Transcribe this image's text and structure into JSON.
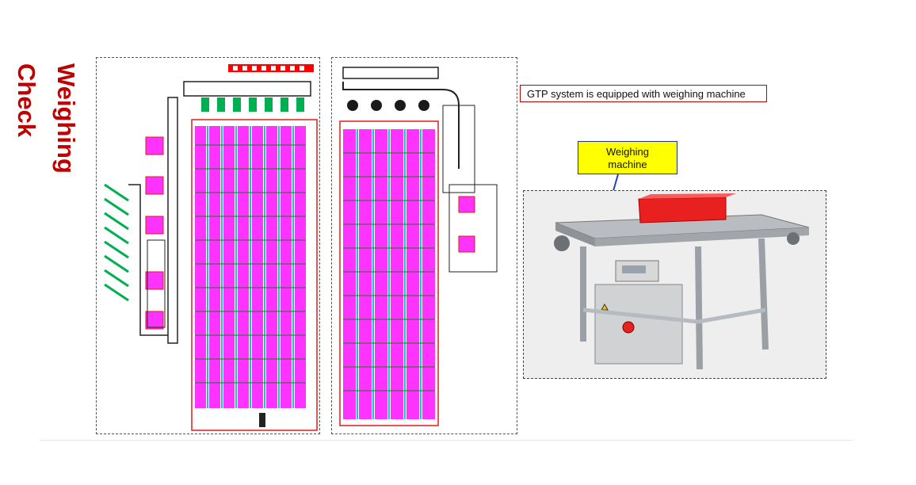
{
  "slide": {
    "title": "Weighing Check"
  },
  "annotations": {
    "system_caption": "GTP system is equipped with weighing machine",
    "callout_line1": "Weighing",
    "callout_line2": "machine"
  },
  "colors": {
    "title": "#c00000",
    "caption_border": "#c00000",
    "callout_fill": "#ffff00",
    "callout_border": "#1f2f8f",
    "rack_fill": "#ff33ff",
    "rack_outline": "#e31b1b",
    "aisle": "#14c8c8"
  },
  "icons": {
    "left_layout": "warehouse-layout-plan-icon",
    "right_layout": "warehouse-layout-plan-icon",
    "machine": "weighing-conveyor-photo-icon",
    "arrow": "pointer-arrow-icon"
  }
}
